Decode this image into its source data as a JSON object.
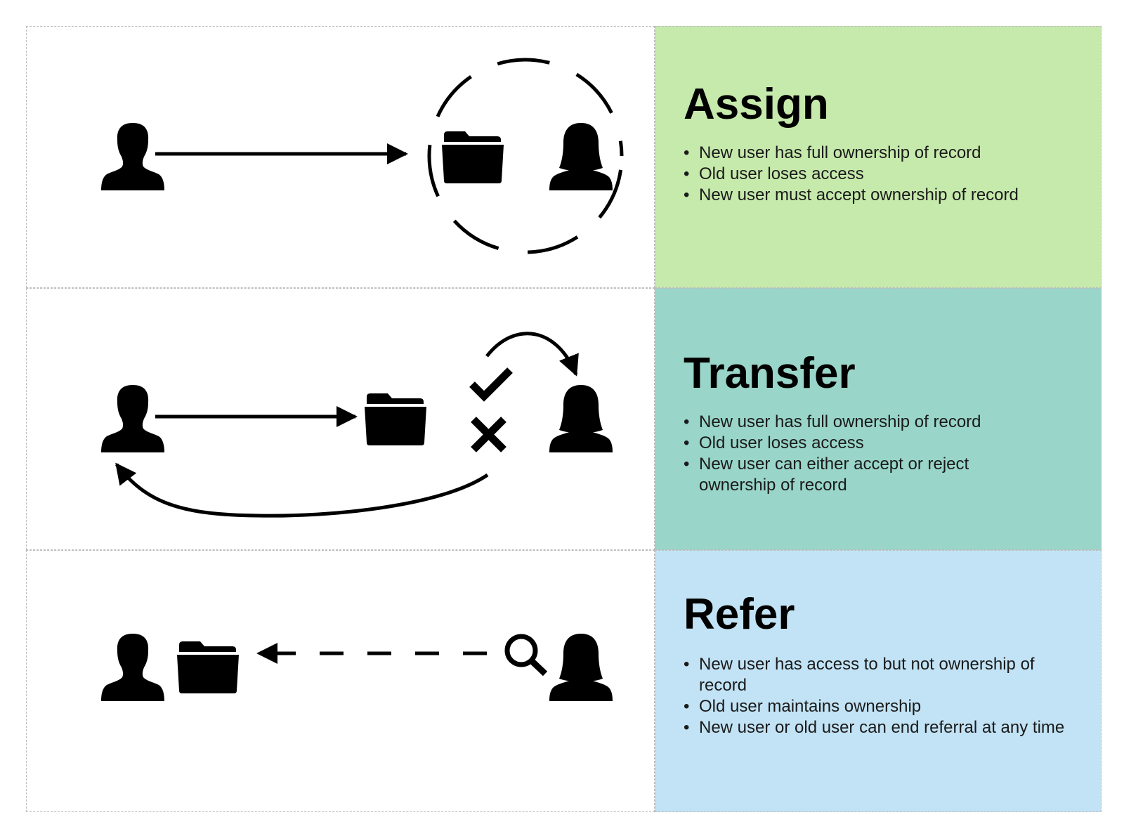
{
  "colors": {
    "assign_panel": "#c6e9ac",
    "transfer_panel": "#99d5c9",
    "refer_panel": "#c2e3f5",
    "ink": "#000000",
    "divider": "#bdbdbd"
  },
  "sections": [
    {
      "title": "Assign",
      "bullets": [
        "New user has full ownership of record",
        "Old user loses access",
        "New user must accept ownership of record"
      ],
      "icons": [
        "male-user-icon",
        "arrow-right-icon",
        "folder-icon",
        "female-user-icon",
        "dashed-circle"
      ]
    },
    {
      "title": "Transfer",
      "bullets": [
        "New user has full ownership of record",
        "Old user loses access",
        "New user can either accept or reject ownership of record"
      ],
      "icons": [
        "male-user-icon",
        "arrow-right-icon",
        "folder-icon",
        "checkmark-icon",
        "x-mark-icon",
        "female-user-icon",
        "curved-arrow-icon"
      ]
    },
    {
      "title": "Refer",
      "bullets": [
        "New user has access to but not ownership of record",
        "Old user maintains ownership",
        "New user or old user can end referral at any time"
      ],
      "icons": [
        "male-user-icon",
        "folder-icon",
        "dashed-arrow-left-icon",
        "magnifier-icon",
        "female-user-icon"
      ]
    }
  ]
}
